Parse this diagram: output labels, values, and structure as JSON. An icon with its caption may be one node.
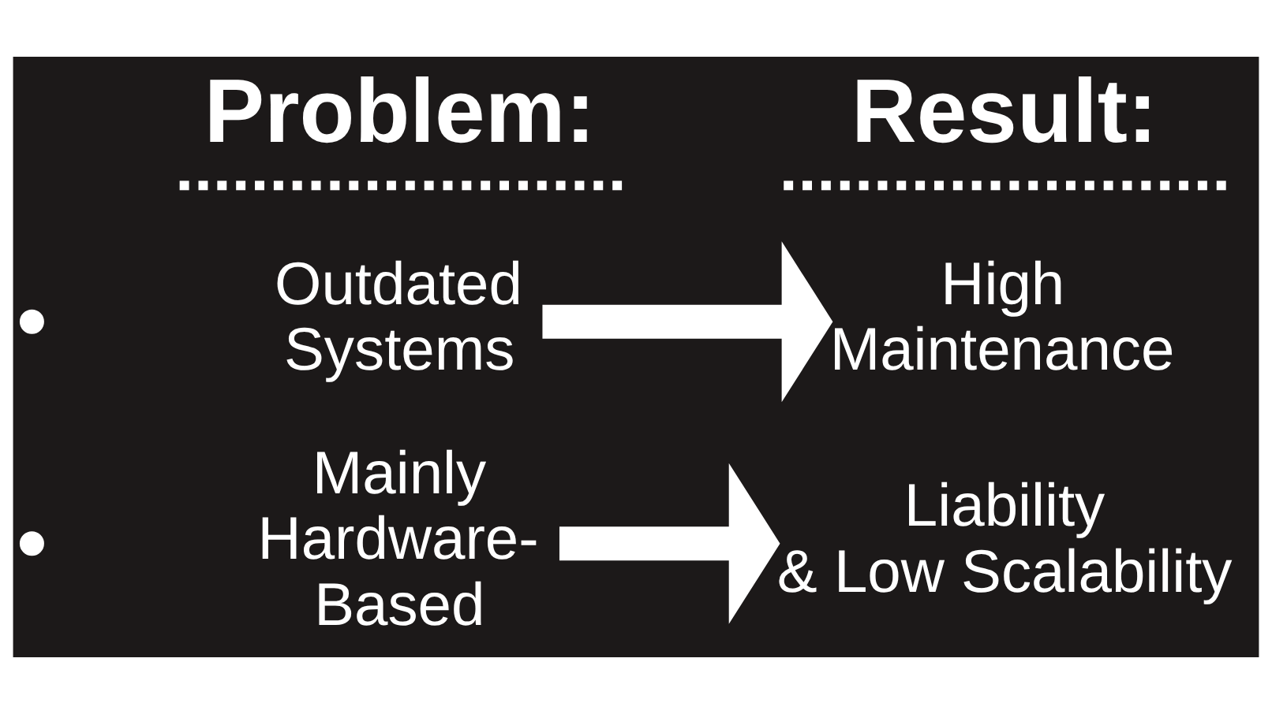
{
  "diagram": {
    "nodes": [
      {
        "text": [],
        "shape": "circle"
      },
      {
        "text": [
          "Outdated Systems"
        ]
      },
      {
        "text": [
          "High Maintenance"
        ]
      },
      {
        "text": [],
        "shape": "circle"
      },
      {
        "text": [
          "Mainly Hardware-Based"
        ]
      },
      {
        "text": [
          "Liability & Low Scalability"
        ]
      }
    ],
    "edges": [
      {
        "from": 1,
        "to": 2,
        "arrow": "to"
      },
      {
        "from": 4,
        "to": 5,
        "arrow": "to"
      }
    ],
    "labels": [
      "Problem:",
      "Result:"
    ]
  }
}
